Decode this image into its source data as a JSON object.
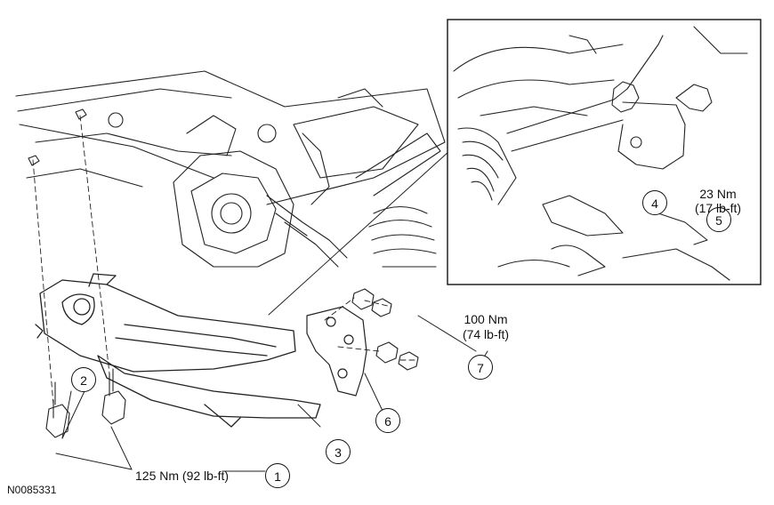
{
  "figure_id": "N0085331",
  "callouts": [
    "1",
    "2",
    "3",
    "4",
    "5",
    "6",
    "7"
  ],
  "torque": {
    "t1": "125 Nm (92 lb-ft)",
    "t5_nm": "23 Nm",
    "t5_lbft": "(17 lb-ft)",
    "t7_nm": "100 Nm",
    "t7_lbft": "(74 lb-ft)"
  }
}
